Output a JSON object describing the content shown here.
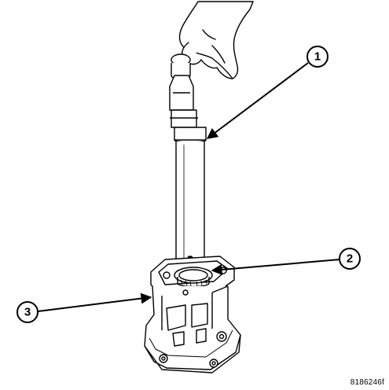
{
  "callouts": [
    {
      "label": "1"
    },
    {
      "label": "2"
    },
    {
      "label": "3"
    }
  ],
  "figure_id": "8186246f"
}
